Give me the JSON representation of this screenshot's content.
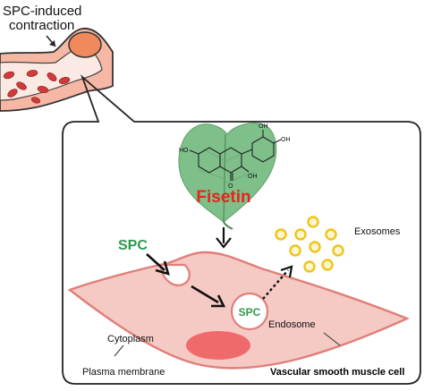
{
  "vessel": {
    "label_line1": "SPC-induced",
    "label_line2": "contraction"
  },
  "compound": {
    "name": "Fisetin",
    "name_color": "#e8231e",
    "leaf_color": "#7fc08a",
    "atom_labels": [
      "OH",
      "OH",
      "OH",
      "HO",
      "O"
    ]
  },
  "spc": {
    "label": "SPC",
    "color": "#2e9a4c",
    "endosome_label": "SPC"
  },
  "labels": {
    "exosomes": "Exosomes",
    "endosome": "Endosome",
    "cytoplasm": "Cytoplasm",
    "plasma_membrane": "Plasma membrane",
    "cell_name": "Vascular smooth muscle cell"
  },
  "colors": {
    "cell_fill": "#f5c9c4",
    "cell_stroke": "#e07f7a",
    "nucleus": "#ef6b6b",
    "exosome": "#f0c419",
    "vessel_wall": "#f6b8a4",
    "blood_cell": "#cf3a3a",
    "vessel_bulge": "#f08a5d"
  }
}
